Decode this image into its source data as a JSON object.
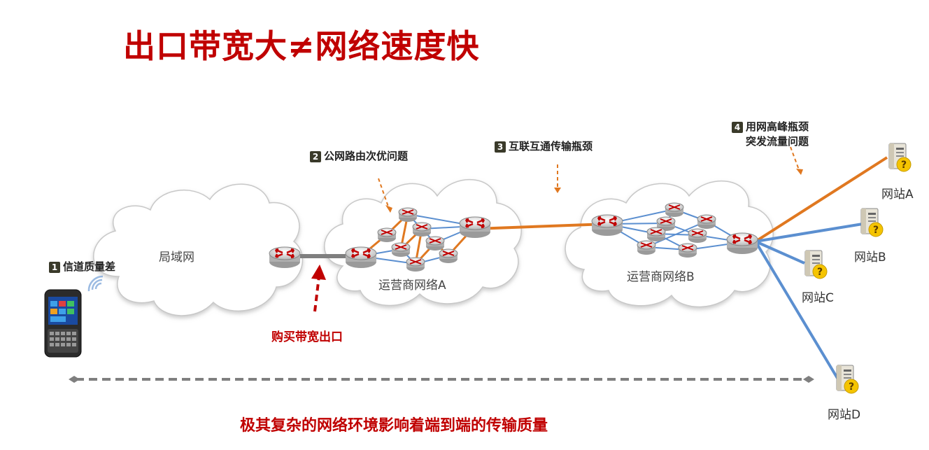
{
  "title": "出口带宽大≠网络速度快",
  "footer": "极其复杂的网络环境影响着端到端的传输质量",
  "callouts": [
    {
      "num": "1",
      "text": "信道质量差"
    },
    {
      "num": "2",
      "text": "公网路由次优问题"
    },
    {
      "num": "3",
      "text": "互联互通传输瓶颈"
    },
    {
      "num": "4",
      "text": "用网高峰瓶颈",
      "text2": "突发流量问题"
    }
  ],
  "clouds": {
    "lan": "局域网",
    "carrier_a": "运营商网络A",
    "carrier_b": "运营商网络B"
  },
  "buy_label": "购买带宽出口",
  "sites": [
    "网站A",
    "网站B",
    "网站C",
    "网站D"
  ],
  "colors": {
    "title": "#c00000",
    "orange_link": "#e07820",
    "blue_link": "#5b8fd0",
    "gray_link": "#7f7f7f",
    "router": "#d8d8d8",
    "router_arrow": "#c00000"
  }
}
